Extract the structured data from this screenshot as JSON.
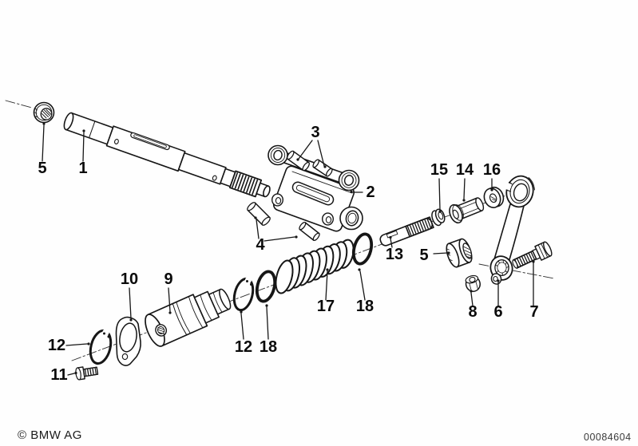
{
  "footer": {
    "copyright": "© BMW AG",
    "document_number": "00084604"
  },
  "callouts": [
    {
      "label": "5"
    },
    {
      "label": "1"
    },
    {
      "label": "3"
    },
    {
      "label": "2"
    },
    {
      "label": "4"
    },
    {
      "label": "15"
    },
    {
      "label": "14"
    },
    {
      "label": "16"
    },
    {
      "label": "13"
    },
    {
      "label": "5"
    },
    {
      "label": "8"
    },
    {
      "label": "6"
    },
    {
      "label": "7"
    },
    {
      "label": "10"
    },
    {
      "label": "9"
    },
    {
      "label": "12"
    },
    {
      "label": "11"
    },
    {
      "label": "17"
    },
    {
      "label": "18"
    },
    {
      "label": "12"
    },
    {
      "label": "18"
    }
  ]
}
